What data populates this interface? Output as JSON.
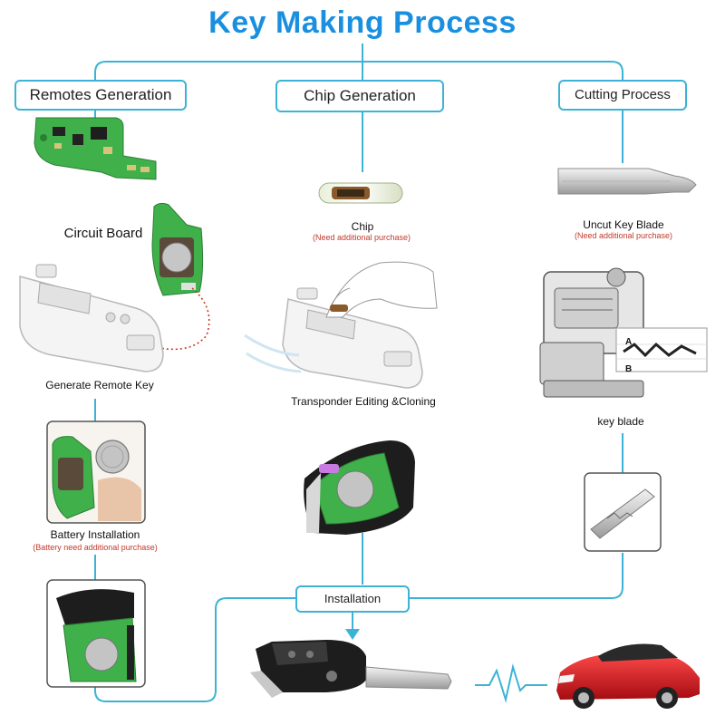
{
  "title": "Key Making Process",
  "sections": {
    "remotes": "Remotes Generation",
    "chip": "Chip Generation",
    "cutting": "Cutting Process"
  },
  "labels": {
    "circuit_board": "Circuit Board",
    "generate_remote_key": "Generate Remote Key",
    "battery_installation": "Battery Installation",
    "battery_note": "(Battery need additional purchase)",
    "chip": "Chip",
    "chip_note": "(Need additional purchase)",
    "transponder": "Transponder Editing &Cloning",
    "uncut_blade": "Uncut Key  Blade",
    "blade_note": "(Need additional purchase)",
    "key_blade": "key blade",
    "installation": "Installation",
    "marker_a": "A",
    "marker_b": "B"
  },
  "colors": {
    "title": "#1a8fe0",
    "connector": "#3cb3d6",
    "note": "#c0392b",
    "pcb_green": "#3fb04a",
    "car_red": "#d91c24"
  }
}
